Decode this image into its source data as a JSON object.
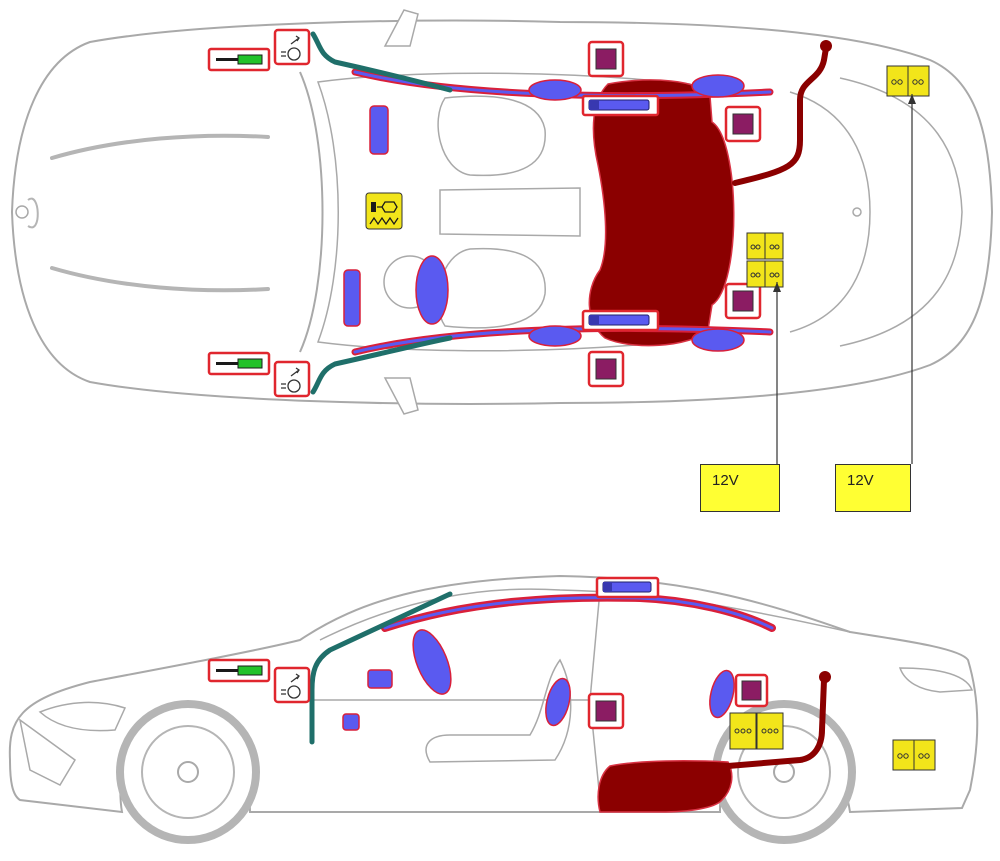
{
  "callouts": [
    {
      "id": "battery-center",
      "text": "12V"
    },
    {
      "id": "battery-rear",
      "text": "12V"
    }
  ],
  "colors": {
    "body_outline": "#a9a9a9",
    "airbag": "#5a5af0",
    "airbag_edge": "#d9203a",
    "fuel_tank": "#8b0000",
    "fuel_tank_edge": "#d93344",
    "reinforcement": "#1f6f6a",
    "control_unit": "#8b1c63",
    "gas_spring": "#22c22a",
    "battery": "#f2e51a",
    "label_bg": "#ffff33",
    "marker_frame": "#e0262e"
  },
  "icons": [
    "gas-strut-icon",
    "pretensioner-icon",
    "airbag-icon",
    "control-unit-icon",
    "battery-icon",
    "roll-over-icon",
    "high-strength-steel-icon",
    "fuel-tank-icon"
  ]
}
